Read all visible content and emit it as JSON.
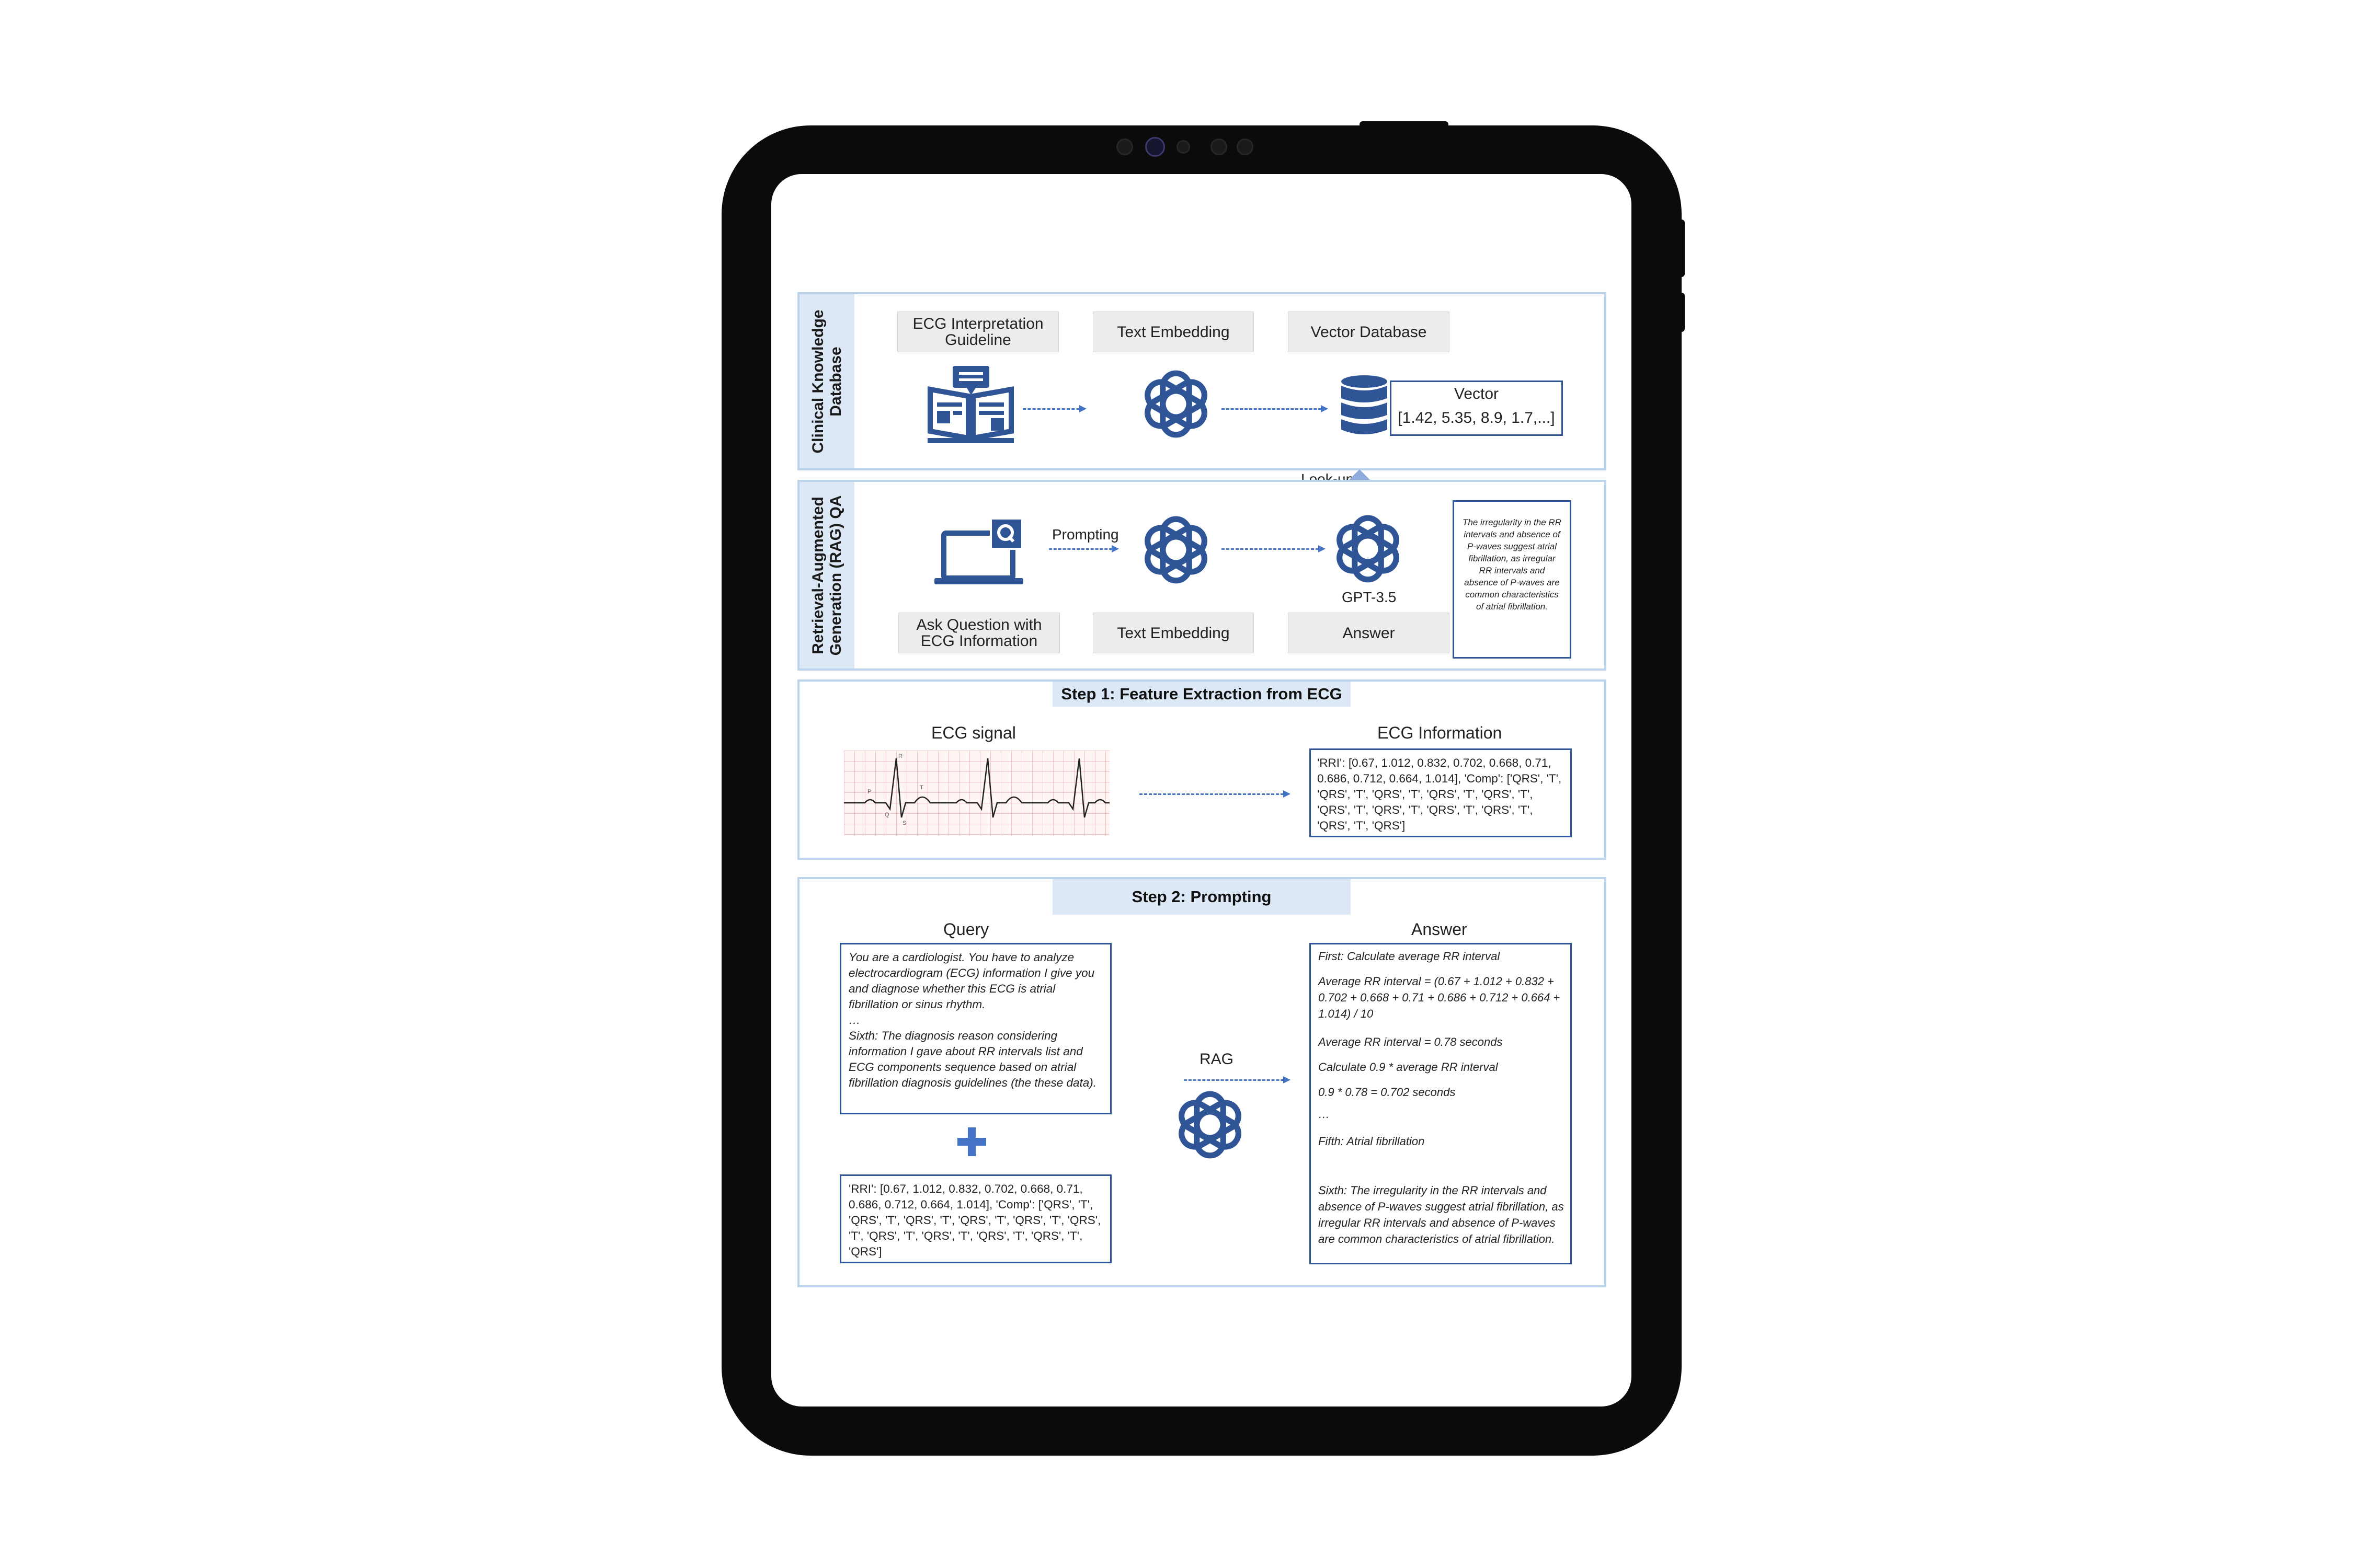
{
  "device": {
    "type": "tablet"
  },
  "panel1": {
    "side_label": "Clinical Knowledge\nDatabase",
    "boxes": {
      "guideline": "ECG Interpretation\nGuideline",
      "embedding": "Text Embedding",
      "vectordb": "Vector Database"
    },
    "vector_title": "Vector",
    "vector_values": "[1.42, 5.35, 8.9, 1.7,...]",
    "icons": [
      "guideline-book-icon",
      "openai-logo-icon",
      "database-icon"
    ]
  },
  "lookup_label": "Look-up",
  "panel2": {
    "side_label": "Retrieval-Augmented\nGeneration (RAG) QA",
    "boxes": {
      "question": "Ask Question with\nECG Information",
      "embedding": "Text Embedding",
      "answer": "Answer"
    },
    "prompting_label": "Prompting",
    "gpt_label": "GPT-3.5",
    "callout": "The irregularity in the RR intervals and absence of P-waves suggest atrial fibrillation, as irregular RR intervals and absence of P-waves are common characteristics of atrial fibrillation.",
    "icons": [
      "laptop-question-icon",
      "openai-logo-icon"
    ]
  },
  "step1": {
    "title": "Step 1: Feature Extraction from ECG",
    "signal_label": "ECG signal",
    "info_label": "ECG Information",
    "info_text": "'RRI': [0.67, 1.012, 0.832, 0.702, 0.668, 0.71, 0.686, 0.712, 0.664, 1.014], 'Comp': ['QRS', 'T', 'QRS', 'T', 'QRS', 'T', 'QRS', 'T', 'QRS', 'T', 'QRS', 'T', 'QRS', 'T', 'QRS', 'T', 'QRS', 'T', 'QRS', 'T', 'QRS']",
    "wave_labels": [
      "P",
      "Q",
      "R",
      "S",
      "T"
    ]
  },
  "step2": {
    "title": "Step 2: Prompting",
    "query_label": "Query",
    "answer_label": "Answer",
    "rag_label": "RAG",
    "query_text": "You are a cardiologist. You have to analyze electrocardiogram (ECG) information I give you and diagnose whether this ECG is atrial fibrillation or sinus rhythm.\n…\n Sixth: The diagnosis reason considering information I gave about RR intervals list and ECG components sequence based on atrial fibrillation diagnosis guidelines (the these data).",
    "data_text": "'RRI': [0.67, 1.012, 0.832, 0.702, 0.668, 0.71, 0.686, 0.712, 0.664, 1.014], 'Comp': ['QRS', 'T', 'QRS', 'T', 'QRS', 'T', 'QRS', 'T', 'QRS', 'T', 'QRS', 'T', 'QRS', 'T', 'QRS', 'T', 'QRS', 'T', 'QRS', 'T', 'QRS']",
    "answer_lines": [
      "First: Calculate average RR interval",
      "Average RR interval = (0.67 + 1.012 + 0.832 + 0.702 + 0.668 + 0.71 + 0.686 + 0.712 + 0.664 + 1.014) / 10",
      "Average RR interval = 0.78 seconds",
      "Calculate 0.9 * average RR interval",
      "0.9 * 0.78 = 0.702 seconds",
      "…",
      "Fifth: Atrial fibrillation",
      "Sixth: The irregularity in the RR intervals and absence of P-waves suggest atrial fibrillation, as irregular RR intervals and absence of P-waves are common characteristics of atrial fibrillation."
    ],
    "plus_icon": "plus-icon"
  },
  "colors": {
    "accent_blue": "#2f5597",
    "light_blue": "#dce8f6",
    "panel_border": "#bcd3ec",
    "ecg_grid": "#f1b3b3",
    "device_black": "#0b0b0b"
  }
}
